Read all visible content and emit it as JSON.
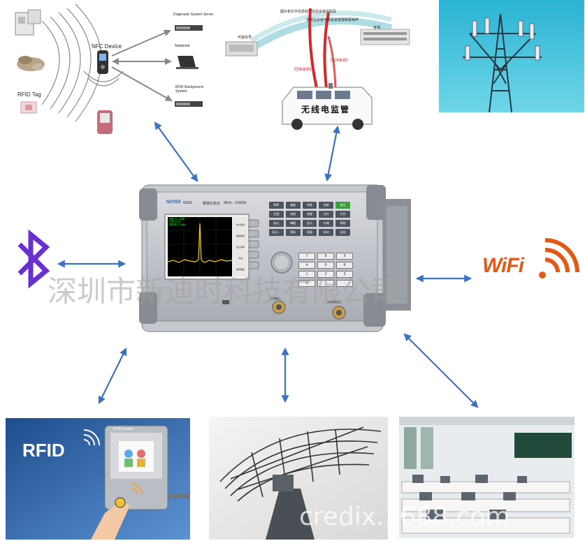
{
  "nfc": {
    "device_label": "NFC Device",
    "rfid_tag_label": "RFID Tag",
    "diagnostic_server_label": "Diagnostic System Server",
    "notebook_label": "Notebook",
    "rfid_backend_label": "RFID Background System"
  },
  "monitoring": {
    "van_text": "无线电监管",
    "signal_label_left": "可疑信号",
    "station_label": "考场",
    "caption_top": "图片和文字信息经干扰后会变成乱码",
    "caption_bottom": "音频信息经干扰后会变成刺耳噪声",
    "tag_jam": "【压制系统】",
    "tag_monitor": "【监测系统】"
  },
  "analyzer": {
    "brand": "NOTEK",
    "model": "NS30",
    "title": "频谱分析仪",
    "range": "9kHz - 3.6GHz",
    "screen_labels": [
      "频率 中心频率",
      "扫宽 3GHz",
      "参考电平 0dBm"
    ],
    "softkeys": [
      "中心频率",
      "起始频率",
      "终止频率",
      "步进",
      "信号跟踪"
    ],
    "keys": [
      "频率",
      "幅度",
      "带宽",
      "系统",
      "复位",
      "扫宽",
      "迹线",
      "测量",
      "文件",
      "打印",
      "标记",
      "峰值",
      "显示",
      "存储",
      "帮助",
      "标记→",
      "频标",
      "限值",
      "单次",
      "连续"
    ],
    "numpad": [
      "7",
      "8",
      "9",
      "4",
      "5",
      "6",
      "1",
      "2",
      "3",
      "0",
      ".",
      "-"
    ],
    "bottom_labels": [
      "射频输入",
      "跟踪源输出"
    ]
  },
  "wifi": {
    "text": "WiFi"
  },
  "rfid_panel": {
    "text": "RFID",
    "screen_title": "RFID Reader"
  },
  "watermarks": {
    "top": "深圳市新迪时科技有限公司",
    "bottom": "credix.1688.com"
  },
  "colors": {
    "arrow": "#3b73c4",
    "bluetooth": "#6a2fd1",
    "wifi_orange": "#e35a16"
  }
}
